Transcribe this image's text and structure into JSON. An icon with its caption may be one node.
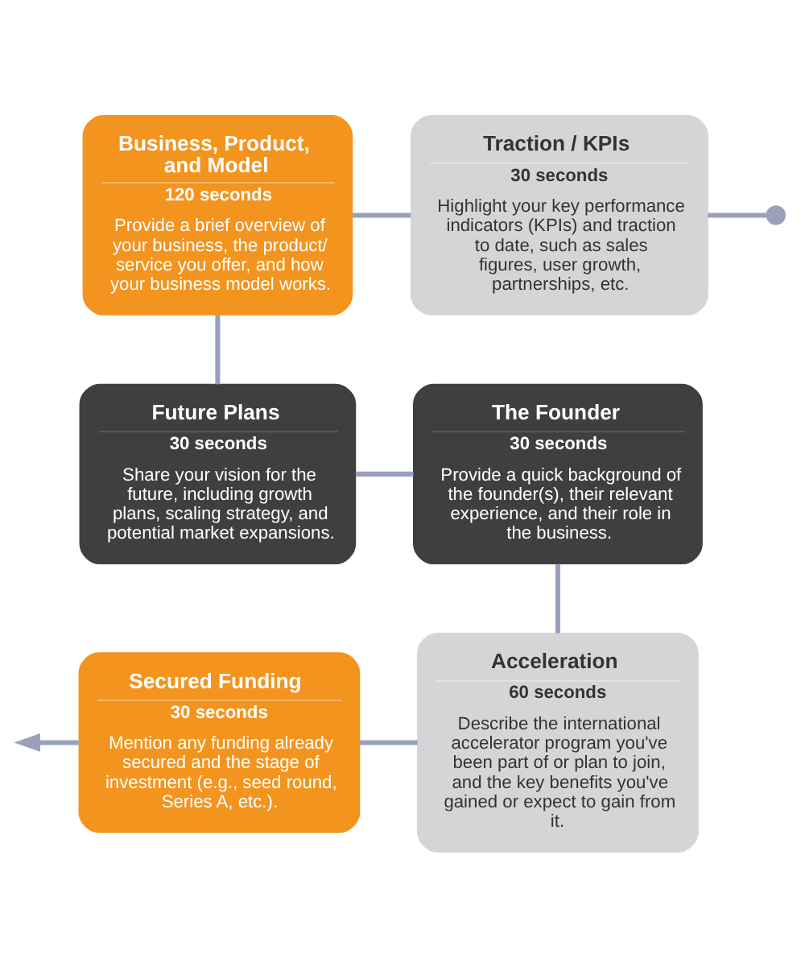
{
  "diagram": {
    "nodes": [
      {
        "text": [
          "Business, Product, and Model",
          "120 seconds",
          "Provide a brief overview of your business, the product/ service you offer, and how your business model works."
        ]
      },
      {
        "text": [
          "Traction / KPIs",
          "30 seconds",
          "Highlight your key performance indicators (KPIs) and traction to date, such as sales figures, user growth, partnerships, etc."
        ]
      },
      {
        "text": [],
        "shape": "circle"
      },
      {
        "text": [
          "Future Plans",
          "30 seconds",
          "Share your vision for the future, including growth plans, scaling strategy, and potential market expansions."
        ]
      },
      {
        "text": [
          "The Founder",
          "30 seconds",
          "Provide a quick background of the founder(s), their relevant experience, and their role in the business."
        ]
      },
      {
        "text": [
          "Secured Funding",
          "30 seconds",
          "Mention any funding already secured and the stage of investment (e.g., seed round, Series A, etc.)."
        ]
      },
      {
        "text": [
          "Acceleration",
          "60 seconds",
          "Describe the international accelerator program you've been part of or plan to join, and the key benefits you've gained or expect to gain from it."
        ]
      }
    ],
    "edges": [
      {
        "from": 2,
        "to": 1,
        "arrow": "none"
      },
      {
        "from": 1,
        "to": 0,
        "arrow": "none"
      },
      {
        "from": 0,
        "to": 3,
        "arrow": "none"
      },
      {
        "from": 3,
        "to": 4,
        "arrow": "none"
      },
      {
        "from": 4,
        "to": 6,
        "arrow": "none"
      },
      {
        "from": 6,
        "to": 5,
        "arrow": "none"
      },
      {
        "from": 5,
        "to": null,
        "arrow": "to"
      }
    ]
  }
}
